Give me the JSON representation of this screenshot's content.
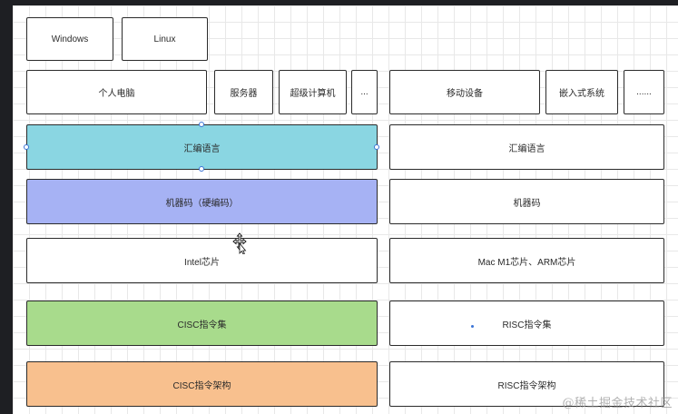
{
  "os_row": {
    "windows": "Windows",
    "linux": "Linux"
  },
  "devices_row": {
    "pc": "个人电脑",
    "server": "服务器",
    "supercomputer": "超级计算机",
    "more_left": "...",
    "mobile": "移动设备",
    "embedded": "嵌入式系统",
    "more_right": "......"
  },
  "left_stack": {
    "assembly": "汇编语言",
    "machine_code": "机器码（硬编码）",
    "chip": "Intel芯片",
    "instruction_set": "CISC指令集",
    "architecture": "CISC指令架构"
  },
  "right_stack": {
    "assembly": "汇编语言",
    "machine_code": "机器码",
    "chip": "Mac M1芯片、ARM芯片",
    "instruction_set": "RISC指令集",
    "architecture": "RISC指令架构"
  },
  "colors": {
    "assembly_fill": "#8ad6e2",
    "machine_code_fill": "#a6b2f4",
    "instruction_set_fill": "#a8db8c",
    "architecture_fill": "#f8c08e",
    "selection_handle": "#3b74d6"
  },
  "watermark": "@稀土掘金技术社区"
}
